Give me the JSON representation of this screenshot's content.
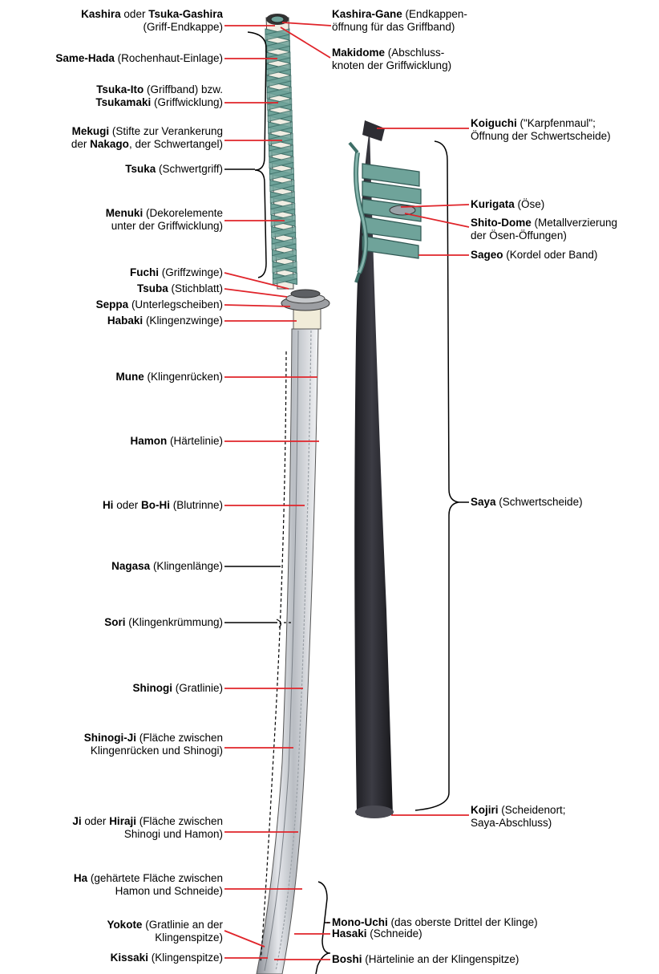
{
  "labels": {
    "kashira": {
      "b1": "Kashira",
      "t1": " oder ",
      "b2": "Tsuka-Gashira",
      "l2": "(Griff-Endkappe)"
    },
    "same_hada": {
      "b1": "Same-Hada",
      "t1": " (Rochenhaut-Einlage)"
    },
    "tsuka_ito": {
      "b1": "Tsuka-Ito",
      "t1": " (Griffband) bzw.",
      "b2": "Tsukamaki",
      "t2": " (Griffwicklung)"
    },
    "mekugi": {
      "b1": "Mekugi",
      "t1": " (Stifte zur Verankerung",
      "l2a": "der ",
      "b2": "Nakago",
      "l2b": ", der Schwertangel)"
    },
    "tsuka": {
      "b1": "Tsuka",
      "t1": " (Schwertgriff)"
    },
    "menuki": {
      "b1": "Menuki",
      "t1": " (Dekorelemente",
      "l2": "unter der Griffwicklung)"
    },
    "fuchi": {
      "b1": "Fuchi",
      "t1": " (Griffzwinge)"
    },
    "tsuba": {
      "b1": "Tsuba",
      "t1": " (Stichblatt)"
    },
    "seppa": {
      "b1": "Seppa",
      "t1": " (Unterlegscheiben)"
    },
    "habaki": {
      "b1": "Habaki",
      "t1": " (Klingenzwinge)"
    },
    "mune": {
      "b1": "Mune",
      "t1": " (Klingenrücken)"
    },
    "hamon": {
      "b1": "Hamon",
      "t1": " (Härtelinie)"
    },
    "hi": {
      "b1": "Hi",
      "t1": " oder ",
      "b2": "Bo-Hi",
      "t2": " (Blutrinne)"
    },
    "nagasa": {
      "b1": "Nagasa",
      "t1": " (Klingenlänge)"
    },
    "sori": {
      "b1": "Sori",
      "t1": " (Klingenkrümmung)"
    },
    "shinogi": {
      "b1": "Shinogi",
      "t1": " (Gratlinie)"
    },
    "shinogi_ji": {
      "b1": "Shinogi-Ji",
      "t1": " (Fläche zwischen",
      "l2": "Klingenrücken und Shinogi)"
    },
    "ji": {
      "b1": "Ji",
      "t1": " oder ",
      "b2": "Hiraji",
      "t2": " (Fläche zwischen",
      "l2": "Shinogi und Hamon)"
    },
    "ha": {
      "b1": "Ha",
      "t1": " (gehärtete Fläche zwischen",
      "l2": "Hamon und Schneide)"
    },
    "yokote": {
      "b1": "Yokote",
      "t1": " (Gratlinie an der",
      "l2": "Klingenspitze)"
    },
    "kissaki": {
      "b1": "Kissaki",
      "t1": " (Klingenspitze)"
    },
    "kashira_gane": {
      "b1": "Kashira-Gane",
      "t1": " (Endkappen-",
      "l2": "öffnung für das Griffband)"
    },
    "makidome": {
      "b1": "Makidome",
      "t1": " (Abschluss-",
      "l2": "knoten der Griffwicklung)"
    },
    "koiguchi": {
      "b1": "Koiguchi",
      "t1": " (\"Karpfenmaul\";",
      "l2": "Öffnung der Schwertscheide)"
    },
    "kurigata": {
      "b1": "Kurigata",
      "t1": " (Öse)"
    },
    "shito_dome": {
      "b1": "Shito-Dome",
      "t1": " (Metallverzierung",
      "l2": "der Ösen-Öffungen)"
    },
    "sageo": {
      "b1": "Sageo",
      "t1": " (Kordel oder Band)"
    },
    "saya": {
      "b1": "Saya",
      "t1": " (Schwertscheide)"
    },
    "kojiri": {
      "b1": "Kojiri",
      "t1": " (Scheidenort;",
      "l2": "Saya-Abschluss)"
    },
    "mono_uchi": {
      "b1": "Mono-Uchi",
      "t1": " (das oberste Drittel der Klinge)"
    },
    "hasaki": {
      "b1": "Hasaki",
      "t1": " (Schneide)"
    },
    "boshi": {
      "b1": "Boshi",
      "t1": " (Härtelinie an der Klingenspitze)"
    }
  },
  "colors": {
    "leader_red": "#e0242a",
    "wrap": "#6fa39a",
    "wrap_dark": "#3e6e67",
    "scabbard": "#2b2b30",
    "blade": "#c9ccd1",
    "habaki": "#f1ecd9"
  }
}
